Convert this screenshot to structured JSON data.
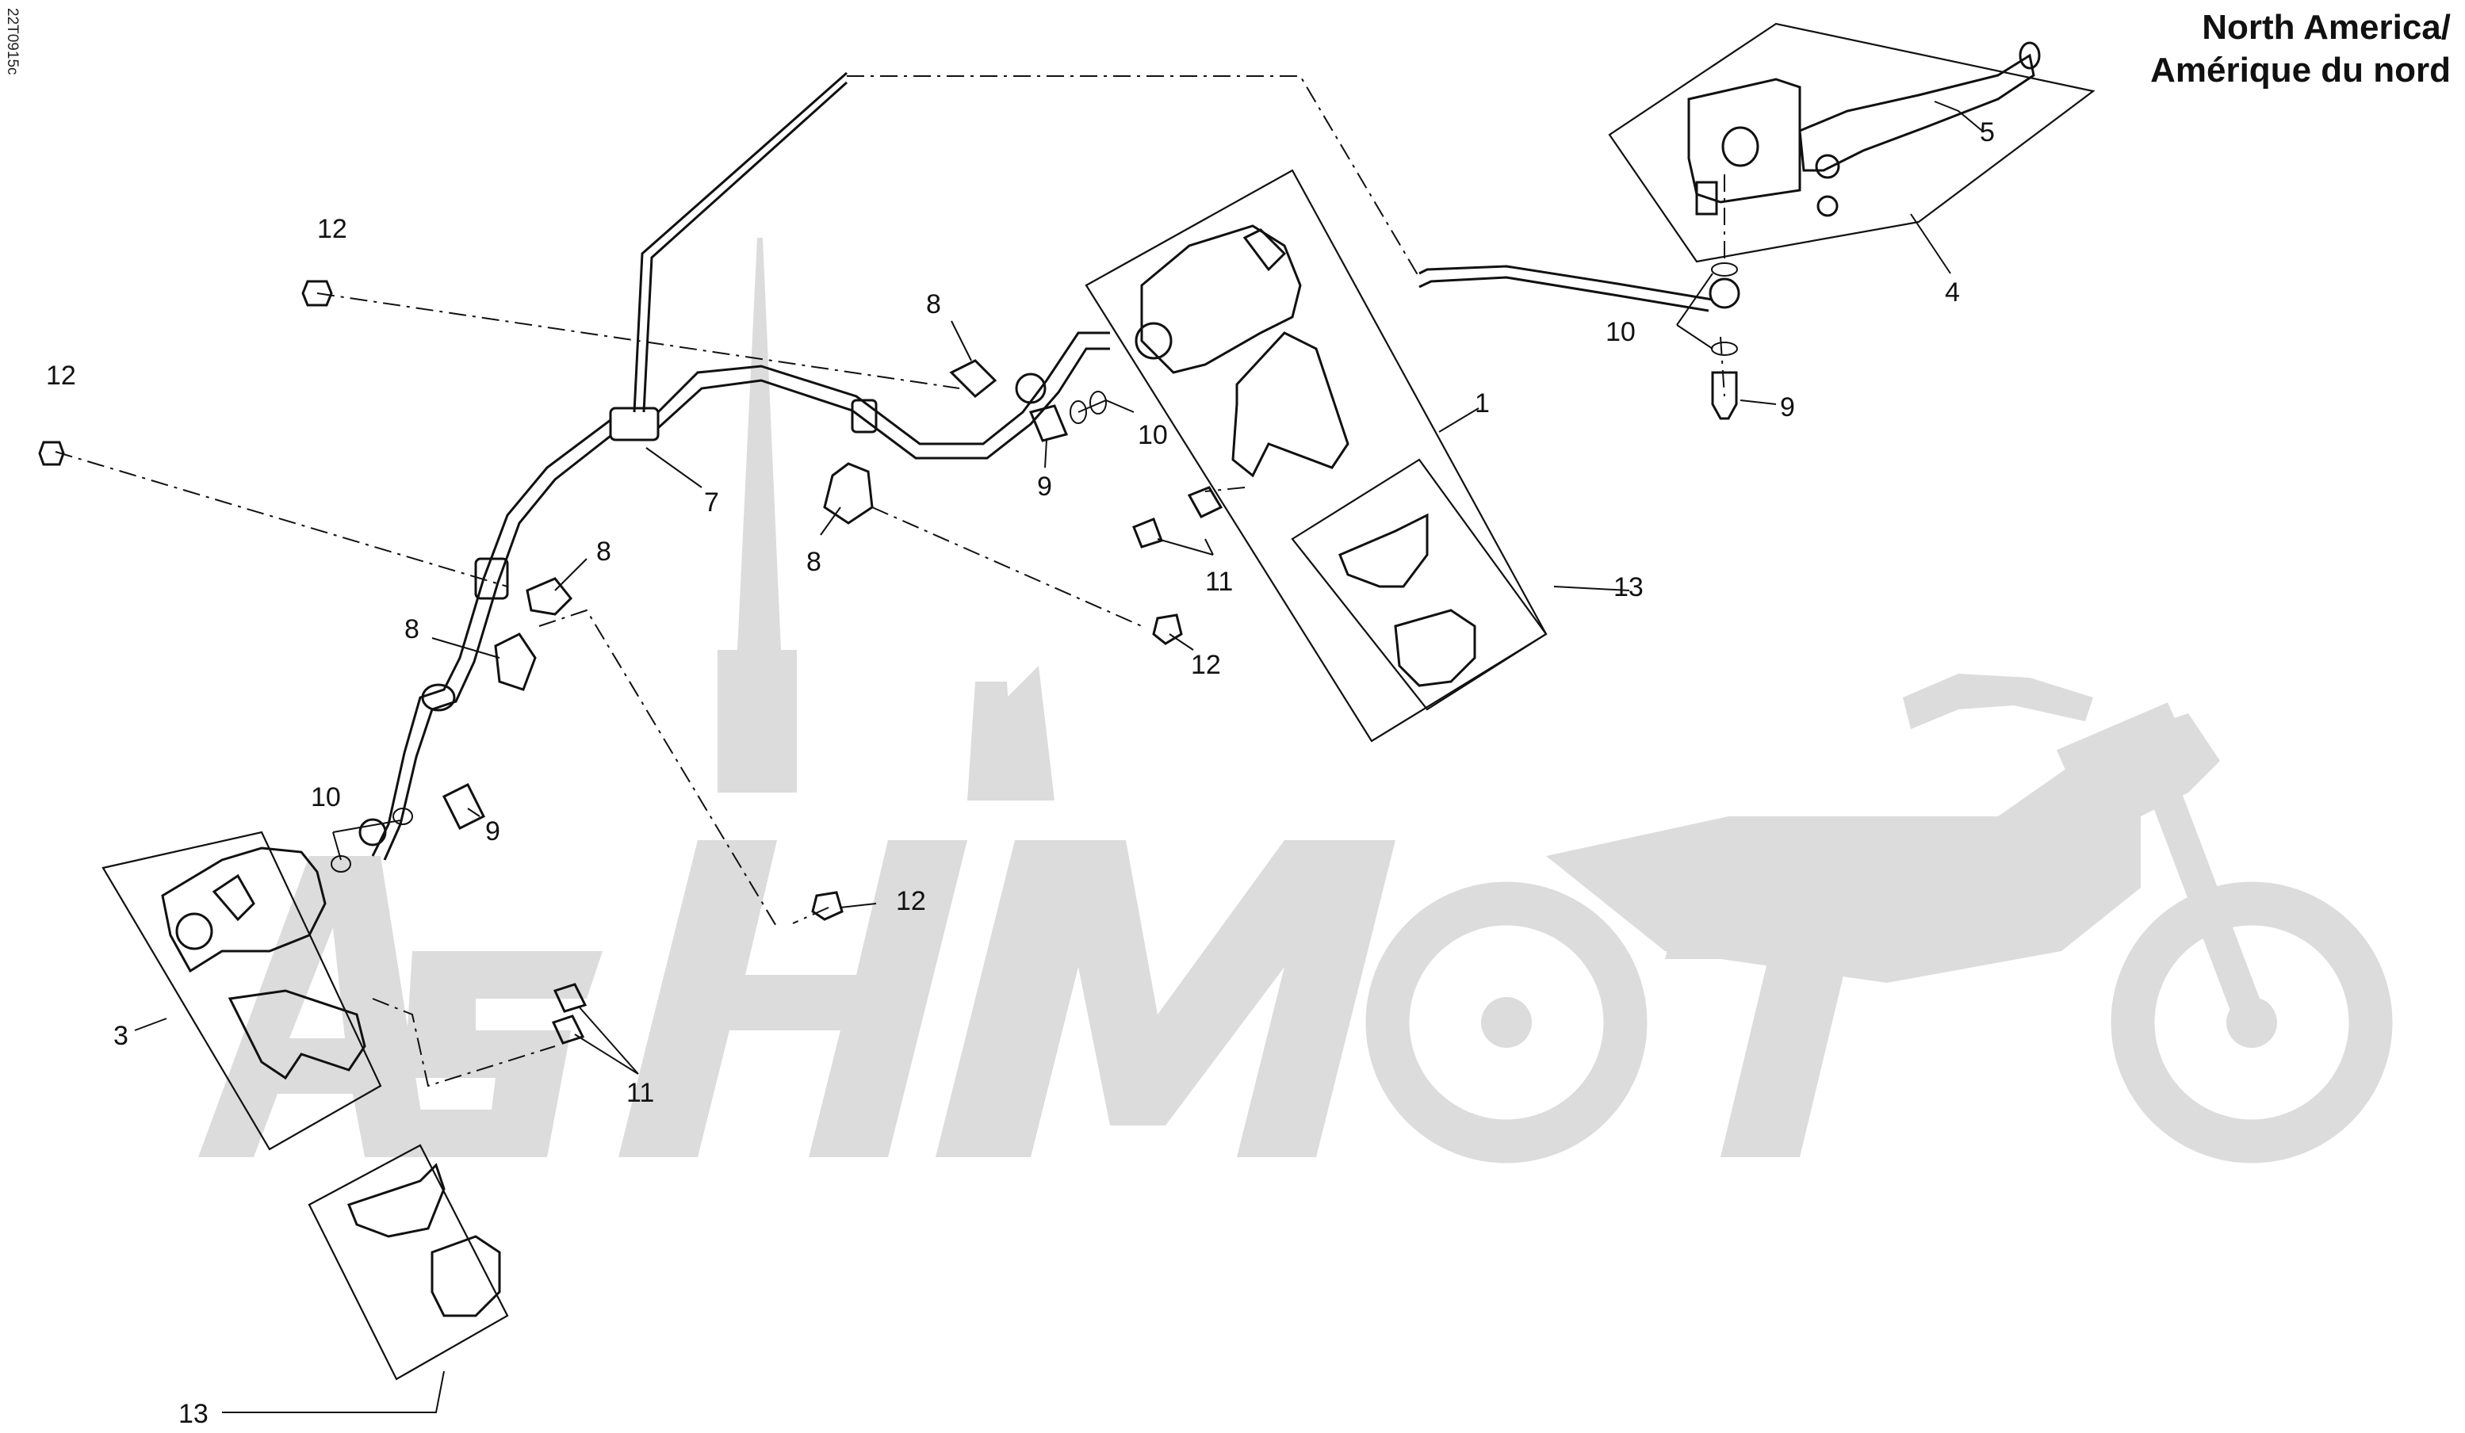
{
  "drawing_code": "22T0915c",
  "region_label": {
    "line1": "North America/",
    "line2": "Amérique du nord"
  },
  "watermark_text": "AshMoto",
  "callouts": {
    "c1": "1",
    "c3": "3",
    "c4": "4",
    "c5": "5",
    "c7": "7",
    "c8a": "8",
    "c8b": "8",
    "c8c": "8",
    "c8d": "8",
    "c9a": "9",
    "c9b": "9",
    "c9c": "9",
    "c10a": "10",
    "c10b": "10",
    "c10c": "10",
    "c11a": "11",
    "c11b": "11",
    "c12a": "12",
    "c12b": "12",
    "c12c": "12",
    "c12d": "12",
    "c13a": "13",
    "c13b": "13"
  }
}
